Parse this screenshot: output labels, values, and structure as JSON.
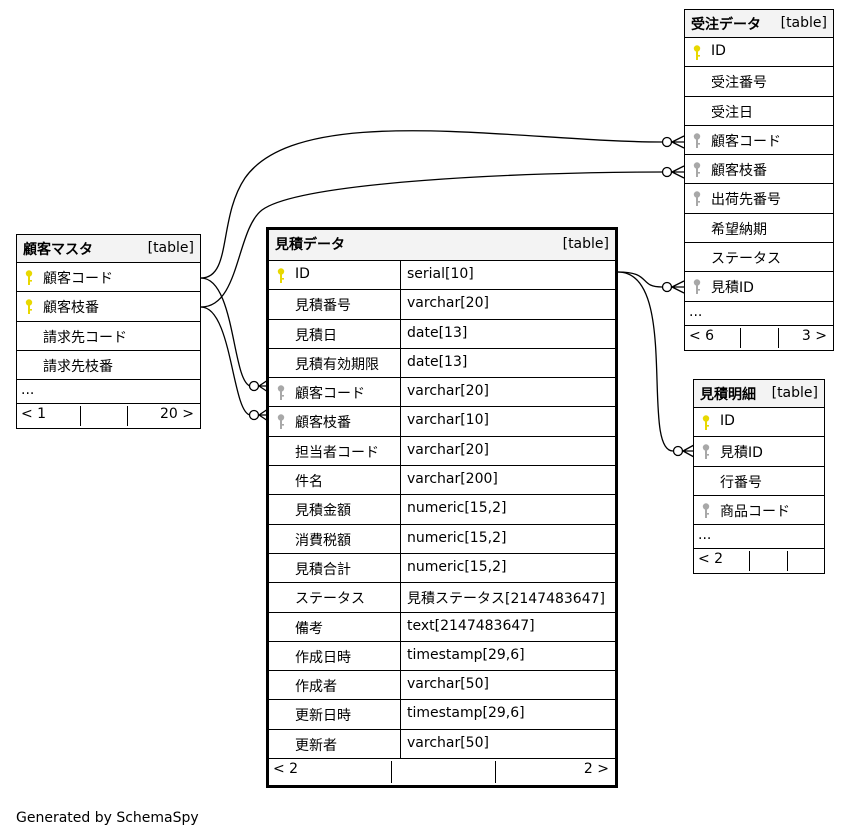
{
  "diagram": {
    "generated_by": "Generated by SchemaSpy",
    "tables": {
      "juchu": {
        "name": "受注データ",
        "type": "[table]",
        "columns": [
          {
            "name": "ID",
            "key": "primary"
          },
          {
            "name": "受注番号",
            "key": "none"
          },
          {
            "name": "受注日",
            "key": "none"
          },
          {
            "name": "顧客コード",
            "key": "foreign"
          },
          {
            "name": "顧客枝番",
            "key": "foreign"
          },
          {
            "name": "出荷先番号",
            "key": "foreign"
          },
          {
            "name": "希望納期",
            "key": "none"
          },
          {
            "name": "ステータス",
            "key": "none"
          },
          {
            "name": "見積ID",
            "key": "foreign"
          }
        ],
        "more": "...",
        "footer_left": "< 6",
        "footer_right": "3 >"
      },
      "kokyaku": {
        "name": "顧客マスタ",
        "type": "[table]",
        "columns": [
          {
            "name": "顧客コード",
            "key": "primary"
          },
          {
            "name": "顧客枝番",
            "key": "primary"
          },
          {
            "name": "請求先コード",
            "key": "none"
          },
          {
            "name": "請求先枝番",
            "key": "none"
          }
        ],
        "more": "...",
        "footer_left": "< 1",
        "footer_right": "20 >"
      },
      "mitsumori": {
        "name": "見積データ",
        "type": "[table]",
        "columns": [
          {
            "name": "ID",
            "type": "serial[10]",
            "key": "primary"
          },
          {
            "name": "見積番号",
            "type": "varchar[20]",
            "key": "none"
          },
          {
            "name": "見積日",
            "type": "date[13]",
            "key": "none"
          },
          {
            "name": "見積有効期限",
            "type": "date[13]",
            "key": "none"
          },
          {
            "name": "顧客コード",
            "type": "varchar[20]",
            "key": "foreign"
          },
          {
            "name": "顧客枝番",
            "type": "varchar[10]",
            "key": "foreign"
          },
          {
            "name": "担当者コード",
            "type": "varchar[20]",
            "key": "none"
          },
          {
            "name": "件名",
            "type": "varchar[200]",
            "key": "none"
          },
          {
            "name": "見積金額",
            "type": "numeric[15,2]",
            "key": "none"
          },
          {
            "name": "消費税額",
            "type": "numeric[15,2]",
            "key": "none"
          },
          {
            "name": "見積合計",
            "type": "numeric[15,2]",
            "key": "none"
          },
          {
            "name": "ステータス",
            "type": "見積ステータス[2147483647]",
            "key": "none"
          },
          {
            "name": "備考",
            "type": "text[2147483647]",
            "key": "none"
          },
          {
            "name": "作成日時",
            "type": "timestamp[29,6]",
            "key": "none"
          },
          {
            "name": "作成者",
            "type": "varchar[50]",
            "key": "none"
          },
          {
            "name": "更新日時",
            "type": "timestamp[29,6]",
            "key": "none"
          },
          {
            "name": "更新者",
            "type": "varchar[50]",
            "key": "none"
          }
        ],
        "footer_left": "< 2",
        "footer_right": "2 >"
      },
      "meisai": {
        "name": "見積明細",
        "type": "[table]",
        "columns": [
          {
            "name": "ID",
            "key": "primary"
          },
          {
            "name": "見積ID",
            "key": "foreign"
          },
          {
            "name": "行番号",
            "key": "none"
          },
          {
            "name": "商品コード",
            "key": "foreign"
          }
        ],
        "more": "...",
        "footer_left": "< 2",
        "footer_right": ""
      }
    },
    "colors": {
      "primary_key": "#e8d800",
      "foreign_key": "#a8a8a8",
      "header_bg": "#f3f3f3",
      "line": "#000000"
    }
  }
}
